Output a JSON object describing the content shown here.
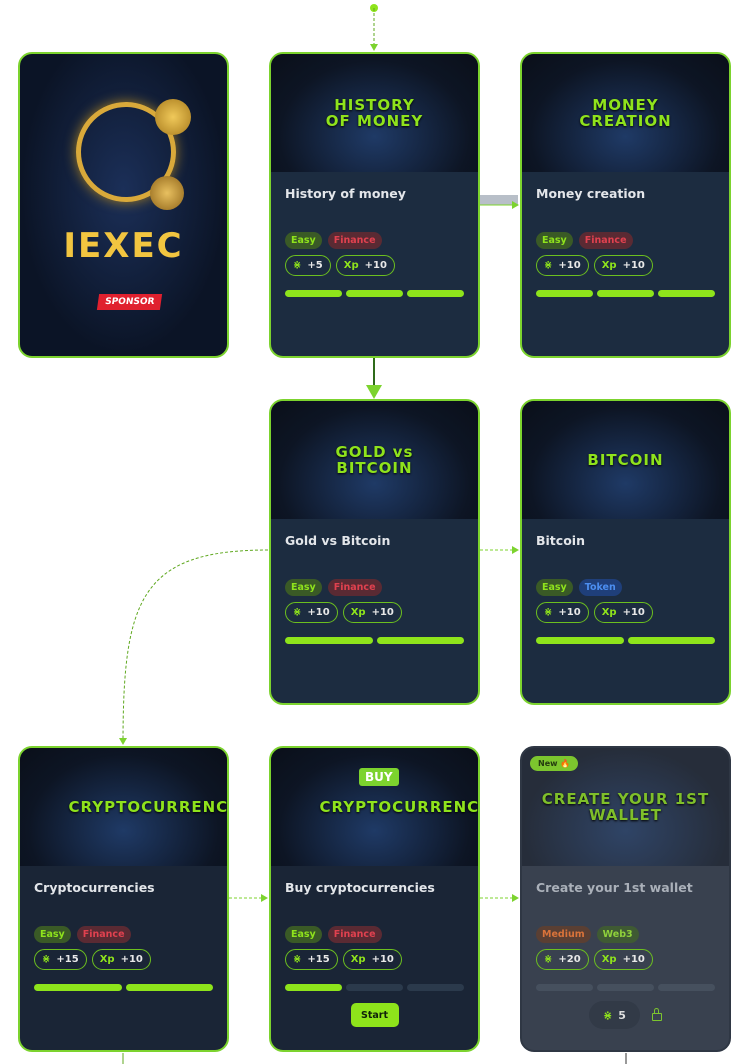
{
  "sponsor": {
    "name": "IEXEC",
    "label": "SPONSOR"
  },
  "cards": [
    {
      "id": "history-of-money",
      "hero": "HISTORY OF MONEY",
      "title": "History of money",
      "tags": [
        {
          "label": "Easy",
          "kind": "easy"
        },
        {
          "label": "Finance",
          "kind": "fin"
        }
      ],
      "coins": "+5",
      "xp_label": "Xp",
      "xp": "+10",
      "progress": [
        1,
        1,
        1
      ]
    },
    {
      "id": "money-creation",
      "hero": "MONEY CREATION",
      "title": "Money creation",
      "tags": [
        {
          "label": "Easy",
          "kind": "easy"
        },
        {
          "label": "Finance",
          "kind": "fin"
        }
      ],
      "coins": "+10",
      "xp_label": "Xp",
      "xp": "+10",
      "progress": [
        1,
        1,
        1
      ]
    },
    {
      "id": "gold-vs-bitcoin",
      "hero": "GOLD vs BITCOIN",
      "title": "Gold vs Bitcoin",
      "tags": [
        {
          "label": "Easy",
          "kind": "easy"
        },
        {
          "label": "Finance",
          "kind": "fin"
        }
      ],
      "coins": "+10",
      "xp_label": "Xp",
      "xp": "+10",
      "progress": [
        1,
        1
      ]
    },
    {
      "id": "bitcoin",
      "hero": "BITCOIN",
      "title": "Bitcoin",
      "tags": [
        {
          "label": "Easy",
          "kind": "easy"
        },
        {
          "label": "Token",
          "kind": "token"
        }
      ],
      "coins": "+10",
      "xp_label": "Xp",
      "xp": "+10",
      "progress": [
        1,
        1
      ]
    },
    {
      "id": "cryptocurrencies",
      "hero": "CRYPTOCURRENCIES",
      "title": "Cryptocurrencies",
      "tags": [
        {
          "label": "Easy",
          "kind": "easy"
        },
        {
          "label": "Finance",
          "kind": "fin"
        }
      ],
      "coins": "+15",
      "xp_label": "Xp",
      "xp": "+10",
      "progress": [
        1,
        1
      ]
    },
    {
      "id": "buy-cryptocurrencies",
      "hero": "CRYPTOCURRENCIES",
      "hero_badge": "BUY",
      "title": "Buy cryptocurrencies",
      "tags": [
        {
          "label": "Easy",
          "kind": "easy"
        },
        {
          "label": "Finance",
          "kind": "fin"
        }
      ],
      "coins": "+15",
      "xp_label": "Xp",
      "xp": "+10",
      "progress": [
        1,
        0,
        0
      ],
      "button": "Start"
    },
    {
      "id": "create-your-1st-wallet",
      "hero": "CREATE YOUR 1ST WALLET",
      "badge": "New 🔥",
      "title": "Create your 1st wallet",
      "tags": [
        {
          "label": "Medium",
          "kind": "med"
        },
        {
          "label": "Web3",
          "kind": "web3"
        }
      ],
      "coins": "+20",
      "xp_label": "Xp",
      "xp": "+10",
      "progress": [
        0,
        0,
        0
      ],
      "locked": true,
      "cost": "5"
    }
  ],
  "colors": {
    "accent": "#8ee41b",
    "border": "#7cd32e",
    "card_bg": "#1c2c40"
  }
}
